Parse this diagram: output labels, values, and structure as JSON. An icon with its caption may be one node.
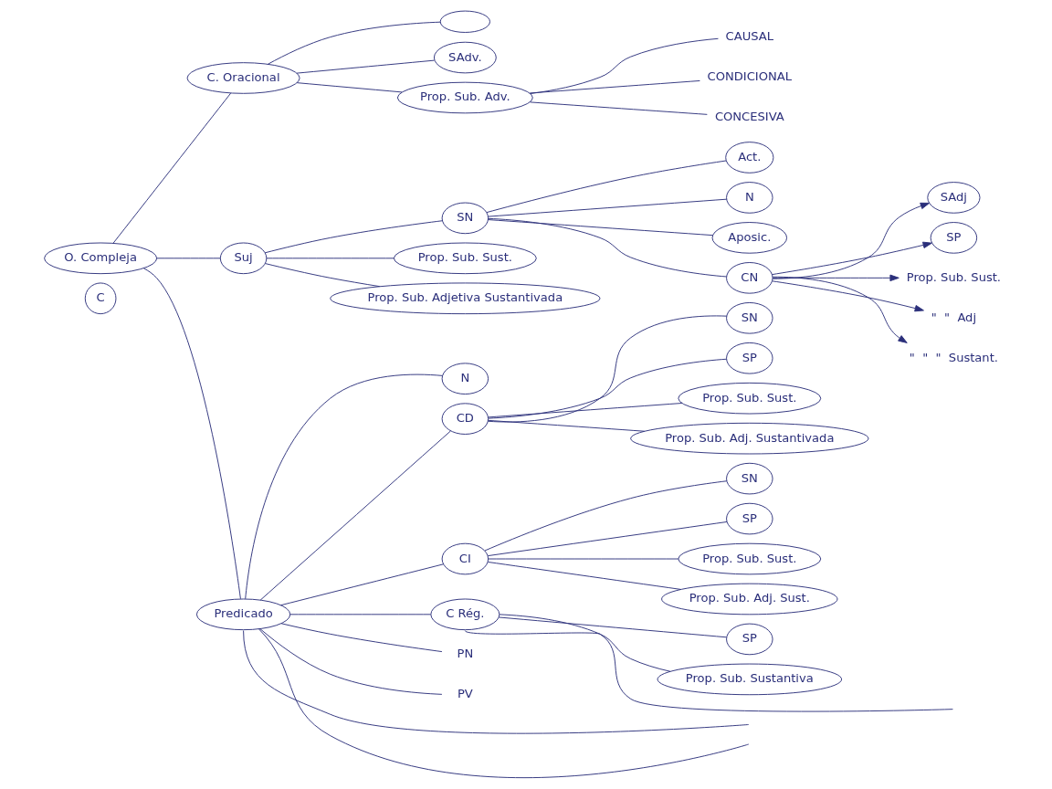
{
  "diagram": {
    "nodes": [
      {
        "text": [
          "C"
        ]
      },
      {
        "text": [
          "O. Compleja"
        ]
      },
      {
        "text": [
          "C. Oracional"
        ]
      },
      {
        "text": [],
        "shape": "ellipse"
      },
      {
        "text": [
          "SAdv."
        ]
      },
      {
        "text": [
          "Prop. Sub. Adv."
        ]
      },
      {
        "text": [
          "Suj"
        ]
      },
      {
        "text": [
          "SN"
        ]
      },
      {
        "text": [
          "Act."
        ]
      },
      {
        "text": [
          "N"
        ]
      },
      {
        "text": [
          "Aposic."
        ]
      },
      {
        "text": [
          "CN"
        ]
      },
      {
        "text": [
          "Prop. Sub. Sust."
        ]
      },
      {
        "text": [
          "Prop. Sub. Adjetiva Sustantivada"
        ]
      },
      {
        "text": [
          "Predicado"
        ]
      },
      {
        "text": [
          "N"
        ]
      },
      {
        "text": [
          "CD"
        ]
      },
      {
        "text": [
          "SN"
        ]
      },
      {
        "text": [
          "SP"
        ]
      },
      {
        "text": [
          "Prop. Sub. Sust."
        ]
      },
      {
        "text": [
          "Prop. Sub. Adj. Sustantivada"
        ]
      },
      {
        "text": [
          "CI"
        ]
      },
      {
        "text": [
          "SN"
        ]
      },
      {
        "text": [
          "SP"
        ]
      },
      {
        "text": [
          "Prop. Sub. Sust."
        ]
      },
      {
        "text": [
          "Prop. Sub. Adj. Sust."
        ]
      },
      {
        "text": [
          "C Rég."
        ]
      },
      {
        "text": [
          "SP"
        ]
      },
      {
        "text": [
          "Prop. Sub. Sustantiva"
        ]
      },
      {
        "text": [
          "CAUSAL"
        ]
      },
      {
        "text": [
          "CONDICIONAL"
        ]
      },
      {
        "text": [
          "CONCESIVA"
        ]
      },
      {
        "text": [
          "SAdj"
        ]
      },
      {
        "text": [
          "SP"
        ]
      },
      {
        "text": [
          "Prop. Sub. Sust."
        ]
      },
      {
        "text": [
          "\"  \"  Adj"
        ]
      },
      {
        "text": [
          "\"  \"  \"  Sustant."
        ]
      },
      {
        "text": [
          "PN"
        ]
      },
      {
        "text": [
          "PV"
        ]
      }
    ],
    "edges": [
      {
        "from": 1,
        "to": 2,
        "arrow": "none"
      },
      {
        "from": 1,
        "to": 6,
        "arrow": "none"
      },
      {
        "from": 1,
        "to": 14,
        "arrow": "none"
      },
      {
        "from": 2,
        "to": 3,
        "arrow": "none"
      },
      {
        "from": 2,
        "to": 4,
        "arrow": "none"
      },
      {
        "from": 2,
        "to": 5,
        "arrow": "none"
      },
      {
        "from": 5,
        "to": 29,
        "arrow": "none"
      },
      {
        "from": 5,
        "to": 30,
        "arrow": "none"
      },
      {
        "from": 5,
        "to": 31,
        "arrow": "none"
      },
      {
        "from": 6,
        "to": 7,
        "arrow": "none"
      },
      {
        "from": 7,
        "to": 8,
        "arrow": "none"
      },
      {
        "from": 7,
        "to": 9,
        "arrow": "none"
      },
      {
        "from": 7,
        "to": 10,
        "arrow": "none"
      },
      {
        "from": 7,
        "to": 11,
        "arrow": "none"
      },
      {
        "from": 6,
        "to": 12,
        "arrow": "none"
      },
      {
        "from": 6,
        "to": 13,
        "arrow": "none"
      },
      {
        "from": 11,
        "to": 32,
        "arrow": "to"
      },
      {
        "from": 11,
        "to": 33,
        "arrow": "to"
      },
      {
        "from": 11,
        "to": 34,
        "arrow": "to"
      },
      {
        "from": 11,
        "to": 35,
        "arrow": "to"
      },
      {
        "from": 11,
        "to": 36,
        "arrow": "to"
      },
      {
        "from": 14,
        "to": 37,
        "arrow": "none"
      },
      {
        "from": 14,
        "to": 38,
        "arrow": "none"
      },
      {
        "from": 14,
        "to": 15,
        "arrow": "none"
      },
      {
        "from": 14,
        "to": 16,
        "arrow": "none"
      },
      {
        "from": 16,
        "to": 17,
        "arrow": "none"
      },
      {
        "from": 16,
        "to": 18,
        "arrow": "none"
      },
      {
        "from": 16,
        "to": 19,
        "arrow": "none"
      },
      {
        "from": 16,
        "to": 20,
        "arrow": "none"
      },
      {
        "from": 14,
        "to": 21,
        "arrow": "none"
      },
      {
        "from": 21,
        "to": 22,
        "arrow": "none"
      },
      {
        "from": 21,
        "to": 23,
        "arrow": "none"
      },
      {
        "from": 21,
        "to": 24,
        "arrow": "none"
      },
      {
        "from": 21,
        "to": 25,
        "arrow": "none"
      },
      {
        "from": 14,
        "to": 26,
        "arrow": "none"
      },
      {
        "from": 26,
        "to": 27,
        "arrow": "none"
      },
      {
        "from": 26,
        "to": 28,
        "arrow": "none"
      },
      {
        "from": 26,
        "to": null,
        "arrow": "none"
      },
      {
        "from": 14,
        "to": null,
        "arrow": "none"
      },
      {
        "from": 14,
        "to": null,
        "arrow": "none"
      }
    ]
  }
}
